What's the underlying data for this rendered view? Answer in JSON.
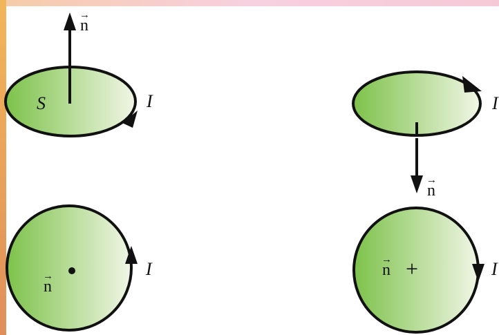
{
  "colors": {
    "frame_top": "#f6c9d6",
    "frame_left_top": "#f2b65a",
    "frame_left_bottom": "#e08f5a",
    "loop_fill_start": "#7dc24a",
    "loop_fill_end": "#f1f6e6",
    "stroke": "#111111"
  },
  "labels": {
    "normal_symbol": "n",
    "vector_arrow": "→",
    "area_symbol": "S",
    "current_symbol": "I",
    "out_of_page_marker": "•",
    "into_page_marker": "+"
  }
}
